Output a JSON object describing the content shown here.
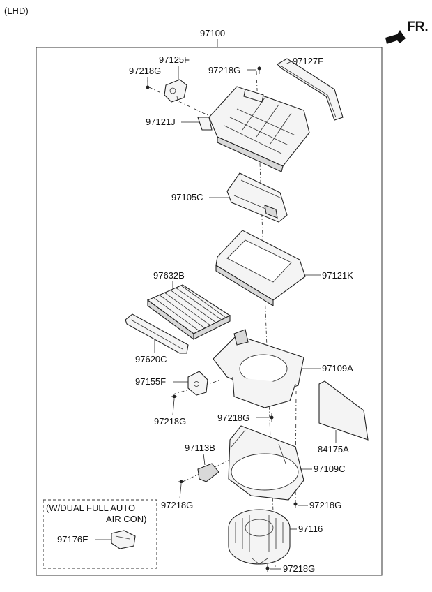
{
  "header": {
    "lhd_label": "(LHD)",
    "fr_label": "FR.",
    "assembly_number": "97100"
  },
  "callouts": {
    "c97125F": "97125F",
    "c97218G_a": "97218G",
    "c97218G_b": "97218G",
    "c97127F": "97127F",
    "c97121J": "97121J",
    "c97105C": "97105C",
    "c97121K": "97121K",
    "c97632B": "97632B",
    "c97620C": "97620C",
    "c97109A": "97109A",
    "c97155F": "97155F",
    "c97218G_c": "97218G",
    "c97218G_d": "97218G",
    "c84175A": "84175A",
    "c97113B": "97113B",
    "c97109C": "97109C",
    "c97218G_e": "97218G",
    "c97218G_f": "97218G",
    "c97116": "97116",
    "c97218G_g": "97218G",
    "c97176E": "97176E"
  },
  "option_box": {
    "line1": "(W/DUAL FULL AUTO",
    "line2": "AIR CON)"
  }
}
